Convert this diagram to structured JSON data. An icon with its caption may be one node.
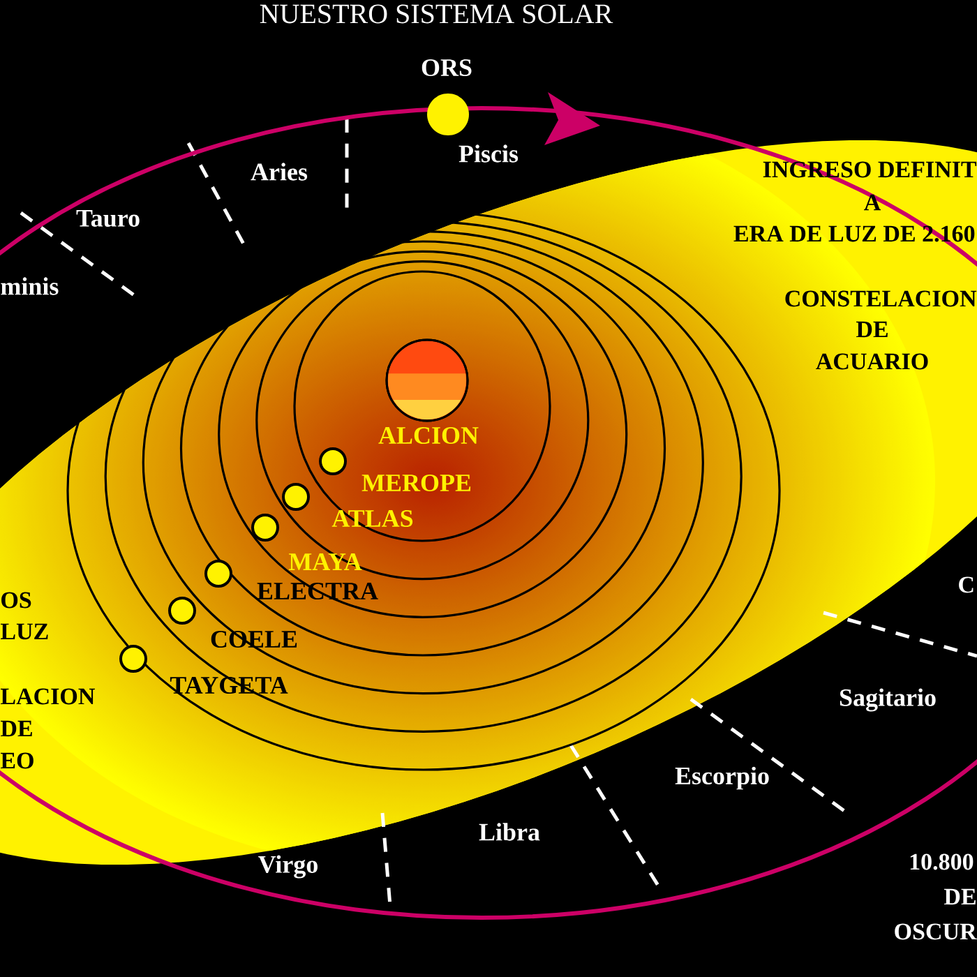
{
  "diagram": {
    "title": "NUESTRO SISTEMA SOLAR",
    "nodes": [
      {
        "text": [],
        "shape": "circle",
        "beside": [
          "ORS"
        ]
      },
      {
        "text": [],
        "shape": "circle",
        "beside": [
          "ALCION"
        ]
      },
      {
        "text": [],
        "shape": "circle",
        "beside": [
          "MEROPE"
        ]
      },
      {
        "text": [],
        "shape": "circle",
        "beside": [
          "ATLAS"
        ]
      },
      {
        "text": [],
        "shape": "circle",
        "beside": [
          "MAYA"
        ]
      },
      {
        "text": [],
        "shape": "circle",
        "beside": [
          "ELECTRA"
        ]
      },
      {
        "text": [],
        "shape": "circle",
        "beside": [
          "COELE"
        ]
      },
      {
        "text": [],
        "shape": "circle",
        "beside": [
          "TAYGETA"
        ]
      }
    ],
    "edges": [],
    "labels": [
      "Piscis",
      "Aries",
      "Tauro",
      "minis",
      "INGRESO DEFINIT",
      "A",
      "ERA DE LUZ DE 2.160",
      "CONSTELACION",
      "DE",
      "ACUARIO",
      "OS",
      "LUZ",
      "LACION",
      "DE",
      "EO",
      "C",
      "Sagitario",
      "Escorpio",
      "Libra",
      "Virgo",
      "10.800",
      "DE",
      "OSCUR"
    ]
  }
}
